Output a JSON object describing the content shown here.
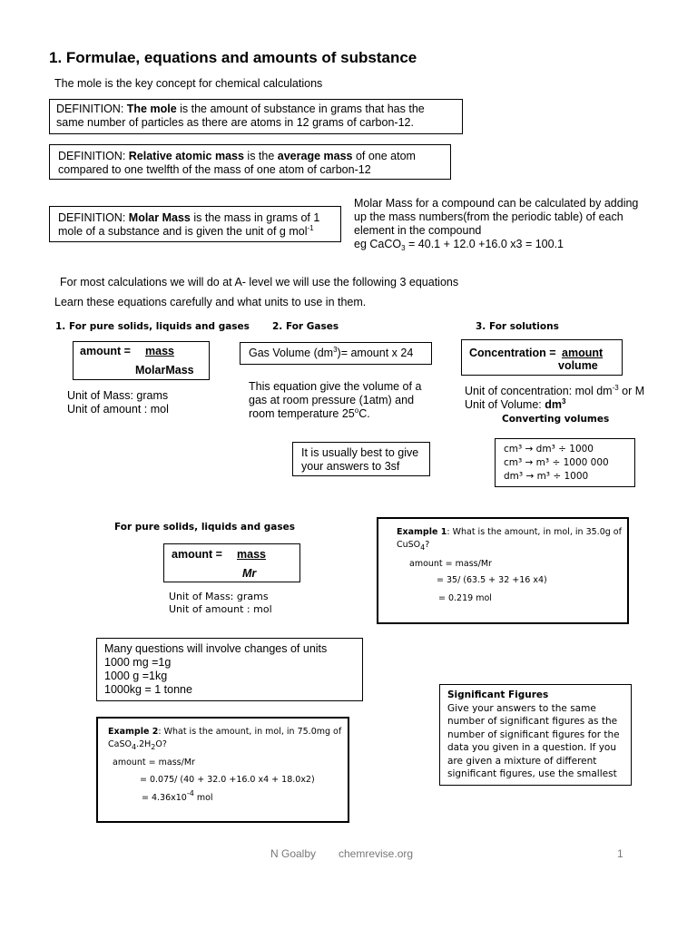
{
  "title": "1. Formulae, equations and amounts of substance",
  "intro": "The mole is the key concept for chemical calculations",
  "def_mole": {
    "prefix": "DEFINITION: ",
    "term": "The mole",
    "rest1": " is the amount of substance in grams that has the",
    "line2": "same number of particles as there are atoms in 12 grams of carbon-12."
  },
  "def_ram": {
    "prefix": "DEFINITION: ",
    "term": "Relative atomic mass",
    "mid": " is the ",
    "term2": "average mass",
    "rest1": " of one atom",
    "line2": "compared to one twelfth of the mass of one atom of carbon-12"
  },
  "def_molar": {
    "prefix": "DEFINITION: ",
    "term": "Molar Mass",
    "rest1": " is the mass in grams of 1",
    "line2": "mole of a substance and is given the unit of g mol",
    "line2_sup": "-1"
  },
  "molar_note": {
    "line1": "Molar Mass for a compound can be calculated by adding",
    "line2": "up the mass numbers(from the periodic table) of each",
    "line3": "element in the compound",
    "line4_a": "eg CaCO",
    "line4_sub": "3",
    "line4_b": " = 40.1 + 12.0 +16.0 x3 = 100.1"
  },
  "equations_intro": "For  most calculations we will do at A- level we will use the following 3 equations",
  "learn_line": "Learn these equations carefully and what units to use in them.",
  "col1": {
    "heading": "1. For pure solids, liquids and gases",
    "eq_left": "amount =",
    "eq_num": "mass",
    "eq_den": "MolarMass",
    "unit1": "Unit of Mass:  grams",
    "unit2": "Unit of amount : mol"
  },
  "col2": {
    "heading": "2.  For Gases",
    "eq_a": "Gas Volume (dm",
    "eq_sup": "3",
    "eq_b": ")= amount x 24",
    "note1": "This equation give the volume of a",
    "note2": "gas at room pressure (1atm) and",
    "note3_a": "room temperature 25",
    "note3_sup": "o",
    "note3_b": "C.",
    "tip1": "It is usually best to give",
    "tip2": "your answers to 3sf"
  },
  "col3": {
    "heading": "3.  For solutions",
    "eq_left": "Concentration = ",
    "eq_num": "amount",
    "eq_den": "volume",
    "unit1_a": "Unit of concentration:  mol dm",
    "unit1_sup": "-3",
    "unit1_b": " or M",
    "unit2_a": "Unit of Volume: ",
    "unit2_b": "dm",
    "unit2_sup": "3",
    "conv_heading": "Converting volumes",
    "conv1": "cm³ → dm³ ÷ 1000",
    "conv2": "cm³ → m³ ÷ 1000 000",
    "conv3": "dm³ → m³ ÷ 1000"
  },
  "section2": {
    "heading": "For pure solids, liquids and gases",
    "eq_left": "amount =",
    "eq_num": "mass",
    "eq_den": "Mr",
    "unit1": "Unit of Mass:  grams",
    "unit2": "Unit of amount : mol"
  },
  "example1": {
    "label": "Example 1",
    "q_a": ": What is the amount, in mol, in 35.0g of",
    "q_b": "CuSO",
    "q_sub": "4",
    "q_c": "?",
    "l1": "amount =    mass/Mr",
    "l2": "= 35/ (63.5 + 32 +16 x4)",
    "l3": "= 0.219 mol"
  },
  "units_box": {
    "l1": "Many questions will involve changes of units",
    "l2": "1000 mg =1g",
    "l3": "1000 g =1kg",
    "l4": "1000kg = 1 tonne"
  },
  "example2": {
    "label": "Example 2",
    "q_a": ": What is the amount, in mol, in 75.0mg of",
    "q_b": "CaSO",
    "q_sub": "4",
    "q_c": ".2H",
    "q_sub2": "2",
    "q_d": "O?",
    "l1": "amount =    mass/Mr",
    "l2": "= 0.075/ (40 + 32.0 +16.0 x4 + 18.0x2)",
    "l3_a": "= 4.36x10",
    "l3_sup": "-4",
    "l3_b": "  mol"
  },
  "sigfig": {
    "heading": "Significant Figures",
    "l1": "Give your answers to the same",
    "l2": "number of significant figures as the",
    "l3": "number of significant figures for the",
    "l4": "data you given in a question. If you",
    "l5": "are given a mixture of different",
    "l6": "significant figures, use the smallest"
  },
  "footer": {
    "author": "N Goalby",
    "site": "chemrevise.org",
    "page": "1"
  }
}
